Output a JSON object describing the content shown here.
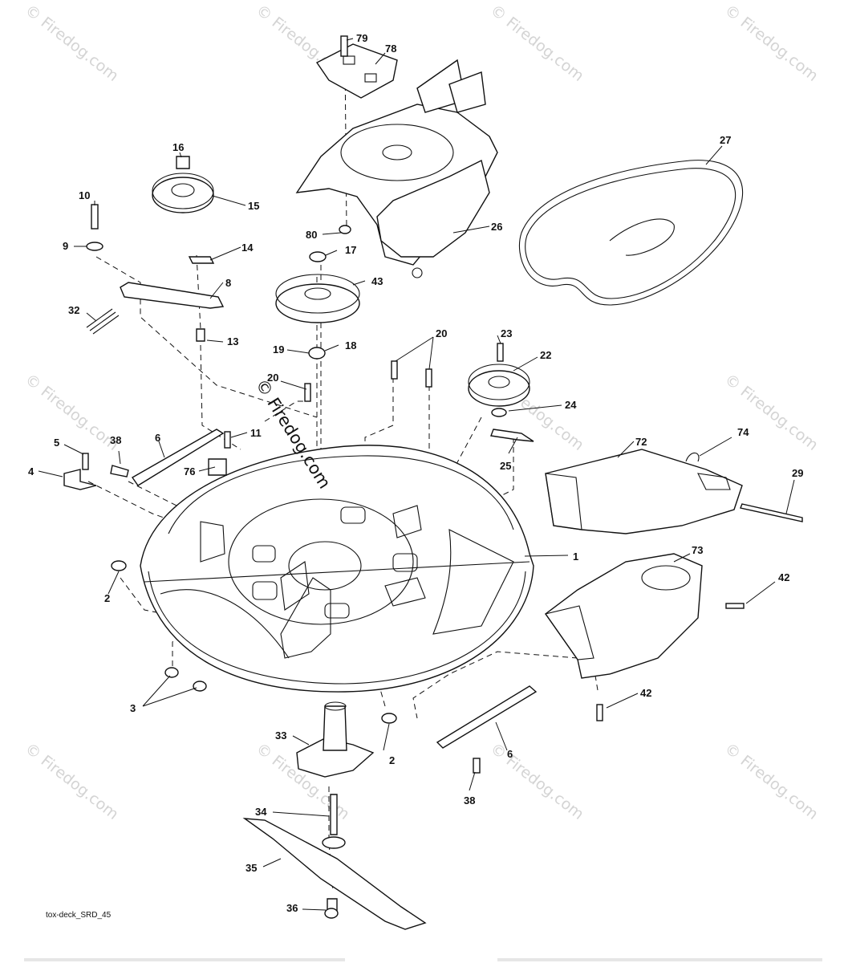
{
  "watermark": "© Firedog.com",
  "caption": "tox-deck_SRD_45",
  "parts": [
    {
      "id": "p1",
      "label": "1"
    },
    {
      "id": "p2a",
      "label": "2"
    },
    {
      "id": "p2b",
      "label": "2"
    },
    {
      "id": "p3",
      "label": "3"
    },
    {
      "id": "p4",
      "label": "4"
    },
    {
      "id": "p5",
      "label": "5"
    },
    {
      "id": "p6a",
      "label": "6"
    },
    {
      "id": "p6b",
      "label": "6"
    },
    {
      "id": "p8",
      "label": "8"
    },
    {
      "id": "p9",
      "label": "9"
    },
    {
      "id": "p10",
      "label": "10"
    },
    {
      "id": "p11",
      "label": "11"
    },
    {
      "id": "p13",
      "label": "13"
    },
    {
      "id": "p14",
      "label": "14"
    },
    {
      "id": "p15",
      "label": "15"
    },
    {
      "id": "p16",
      "label": "16"
    },
    {
      "id": "p17",
      "label": "17"
    },
    {
      "id": "p18",
      "label": "18"
    },
    {
      "id": "p19",
      "label": "19"
    },
    {
      "id": "p20a",
      "label": "20"
    },
    {
      "id": "p20b",
      "label": "20"
    },
    {
      "id": "p22",
      "label": "22"
    },
    {
      "id": "p23",
      "label": "23"
    },
    {
      "id": "p24",
      "label": "24"
    },
    {
      "id": "p25",
      "label": "25"
    },
    {
      "id": "p26",
      "label": "26"
    },
    {
      "id": "p27",
      "label": "27"
    },
    {
      "id": "p29",
      "label": "29"
    },
    {
      "id": "p32",
      "label": "32"
    },
    {
      "id": "p33",
      "label": "33"
    },
    {
      "id": "p34",
      "label": "34"
    },
    {
      "id": "p35",
      "label": "35"
    },
    {
      "id": "p36",
      "label": "36"
    },
    {
      "id": "p38a",
      "label": "38"
    },
    {
      "id": "p38b",
      "label": "38"
    },
    {
      "id": "p42a",
      "label": "42"
    },
    {
      "id": "p42b",
      "label": "42"
    },
    {
      "id": "p43",
      "label": "43"
    },
    {
      "id": "p72",
      "label": "72"
    },
    {
      "id": "p73",
      "label": "73"
    },
    {
      "id": "p74",
      "label": "74"
    },
    {
      "id": "p76",
      "label": "76"
    },
    {
      "id": "p78",
      "label": "78"
    },
    {
      "id": "p79",
      "label": "79"
    },
    {
      "id": "p80",
      "label": "80"
    }
  ]
}
